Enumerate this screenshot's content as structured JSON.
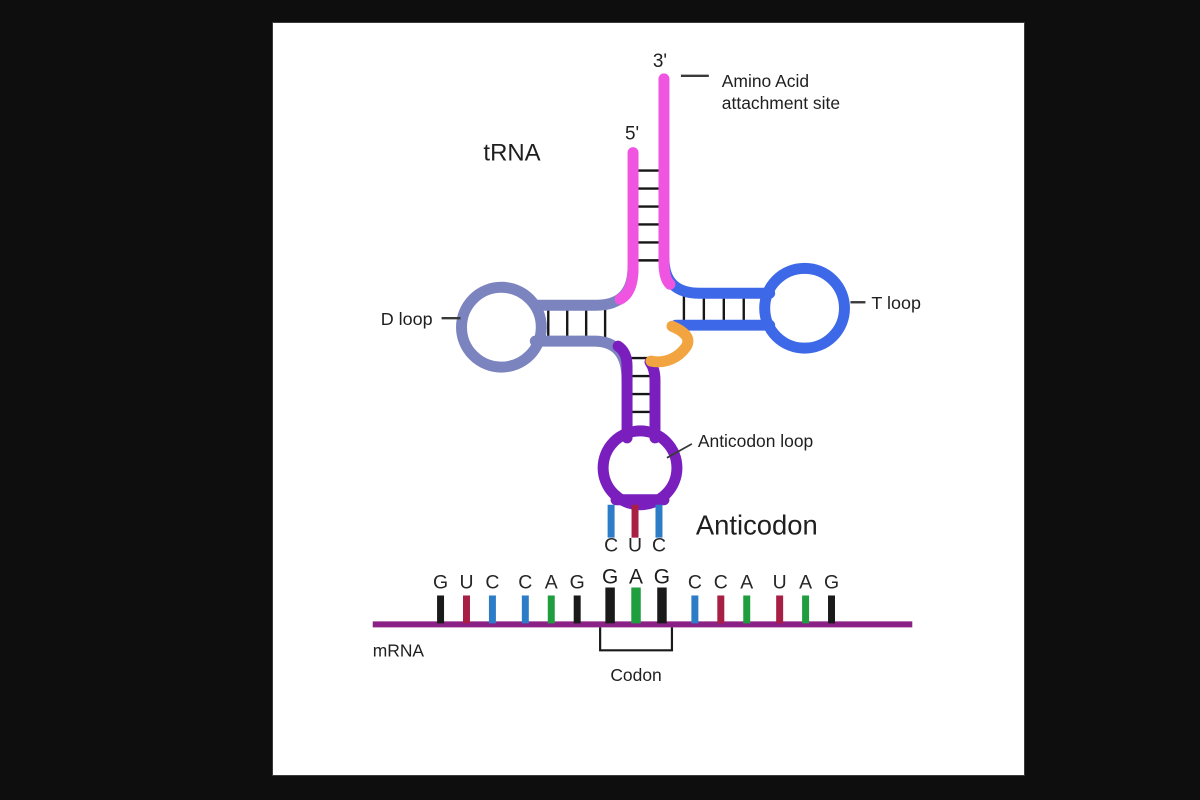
{
  "diagram_title": "tRNA",
  "labels": {
    "three_prime": "3'",
    "five_prime": "5'",
    "amino_acid_line1": "Amino Acid",
    "amino_acid_line2": "attachment site",
    "d_loop": "D loop",
    "t_loop": "T loop",
    "anticodon_loop": "Anticodon loop",
    "anticodon": "Anticodon",
    "mrna": "mRNA",
    "codon": "Codon"
  },
  "colors": {
    "acceptor_stem": "#F055E2",
    "d_arm": "#7B84BE",
    "t_arm": "#3D68E8",
    "anticodon_arm": "#7A1FBE",
    "variable_loop": "#F2A440",
    "mrna_strand": "#8B2085",
    "base_black": "#1A1A1A",
    "base_red": "#A81F45",
    "base_blue": "#2D7CC8",
    "base_green": "#1E9E3E"
  },
  "anticodon": {
    "letters": [
      {
        "letter": "C",
        "color_key": "base_blue"
      },
      {
        "letter": "U",
        "color_key": "base_red"
      },
      {
        "letter": "C",
        "color_key": "base_blue"
      }
    ]
  },
  "mrna": {
    "sequence": [
      {
        "letter": "G",
        "color_key": "base_black",
        "codon": false
      },
      {
        "letter": "U",
        "color_key": "base_red",
        "codon": false
      },
      {
        "letter": "C",
        "color_key": "base_blue",
        "codon": false
      },
      {
        "letter": "C",
        "color_key": "base_blue",
        "codon": false
      },
      {
        "letter": "A",
        "color_key": "base_green",
        "codon": false
      },
      {
        "letter": "G",
        "color_key": "base_black",
        "codon": false
      },
      {
        "letter": "G",
        "color_key": "base_black",
        "codon": true
      },
      {
        "letter": "A",
        "color_key": "base_green",
        "codon": true
      },
      {
        "letter": "G",
        "color_key": "base_black",
        "codon": true
      },
      {
        "letter": "C",
        "color_key": "base_blue",
        "codon": false
      },
      {
        "letter": "C",
        "color_key": "base_red",
        "codon": false
      },
      {
        "letter": "A",
        "color_key": "base_green",
        "codon": false
      },
      {
        "letter": "U",
        "color_key": "base_red",
        "codon": false
      },
      {
        "letter": "A",
        "color_key": "base_green",
        "codon": false
      },
      {
        "letter": "G",
        "color_key": "base_black",
        "codon": false
      }
    ]
  }
}
